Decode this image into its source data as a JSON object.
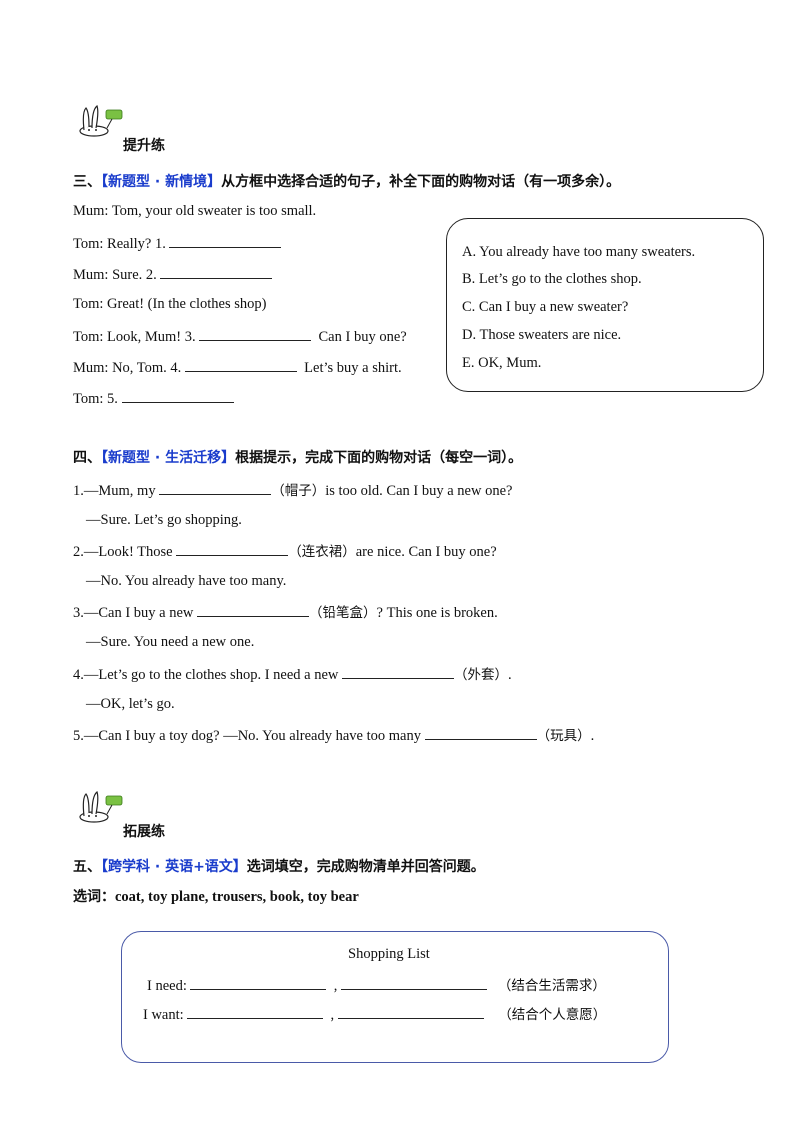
{
  "sections": {
    "improve": {
      "label": "提升练"
    },
    "extend": {
      "label": "拓展练"
    }
  },
  "q3": {
    "num": "三、",
    "tag": "【新题型 · 新情境】",
    "instr": "从方框中选择合适的句子，补全下面的购物对话（有一项多余）。",
    "lines": [
      "Mum:  Tom,  your  old  sweater  is  too  small.",
      "Tom:  Really?  1.",
      "Mum:  Sure.  2.",
      "Tom:  Great!  (In  the  clothes  shop)",
      "Tom:  Look,  Mum!  3.",
      "Mum:  No,  Tom.  4.",
      "Tom:  5."
    ],
    "after3": "Can  I  buy  one?",
    "after4": "Let’s  buy  a  shirt.",
    "options": [
      "A. You already have too many sweaters.",
      "B. Let’s go to the clothes shop.",
      "C. Can I buy a new sweater?",
      "D. Those sweaters are nice.",
      "E. OK, Mum."
    ]
  },
  "q4": {
    "num": "四、",
    "tag": "【新题型 · 生活迁移】",
    "instr": "根据提示，完成下面的购物对话（每空一词）。",
    "items": [
      {
        "pre": "1.—Mum,  my",
        "hint": "（帽子）",
        "post": "is  too  old.  Can  I  buy  a  new  one?",
        "reply": "—Sure.  Let’s  go  shopping."
      },
      {
        "pre": "2.—Look!  Those",
        "hint": "（连衣裙）",
        "post": "are  nice.  Can  I  buy  one?",
        "reply": "—No.  You  already  have  too  many."
      },
      {
        "pre": "3.—Can  I  buy  a  new",
        "hint": "（铅笔盒）",
        "post": "?  This  one  is  broken.",
        "reply": "—Sure.  You  need  a  new  one."
      },
      {
        "pre": "4.—Let’s  go  to  the  clothes  shop.  I  need  a  new",
        "hint": "（外套）",
        "post": ".",
        "reply": "—OK,  let’s  go."
      },
      {
        "pre": "5.—Can  I  buy  a  toy  dog?  —No.  You  already  have  too  many",
        "hint": "（玩具）",
        "post": ".",
        "reply": ""
      }
    ]
  },
  "q5": {
    "num": "五、",
    "tag": "【跨学科 · 英语+语文】",
    "instr": "选词填空，完成购物清单并回答问题。",
    "words_label": "选词：",
    "words": "coat,  toy  plane,  trousers,  book,  toy  bear",
    "list_title": "Shopping   List",
    "need_label": "I  need:",
    "need_hint": "（结合生活需求）",
    "want_label": "I  want:",
    "want_hint": "（结合个人意愿）",
    "comma": ","
  }
}
